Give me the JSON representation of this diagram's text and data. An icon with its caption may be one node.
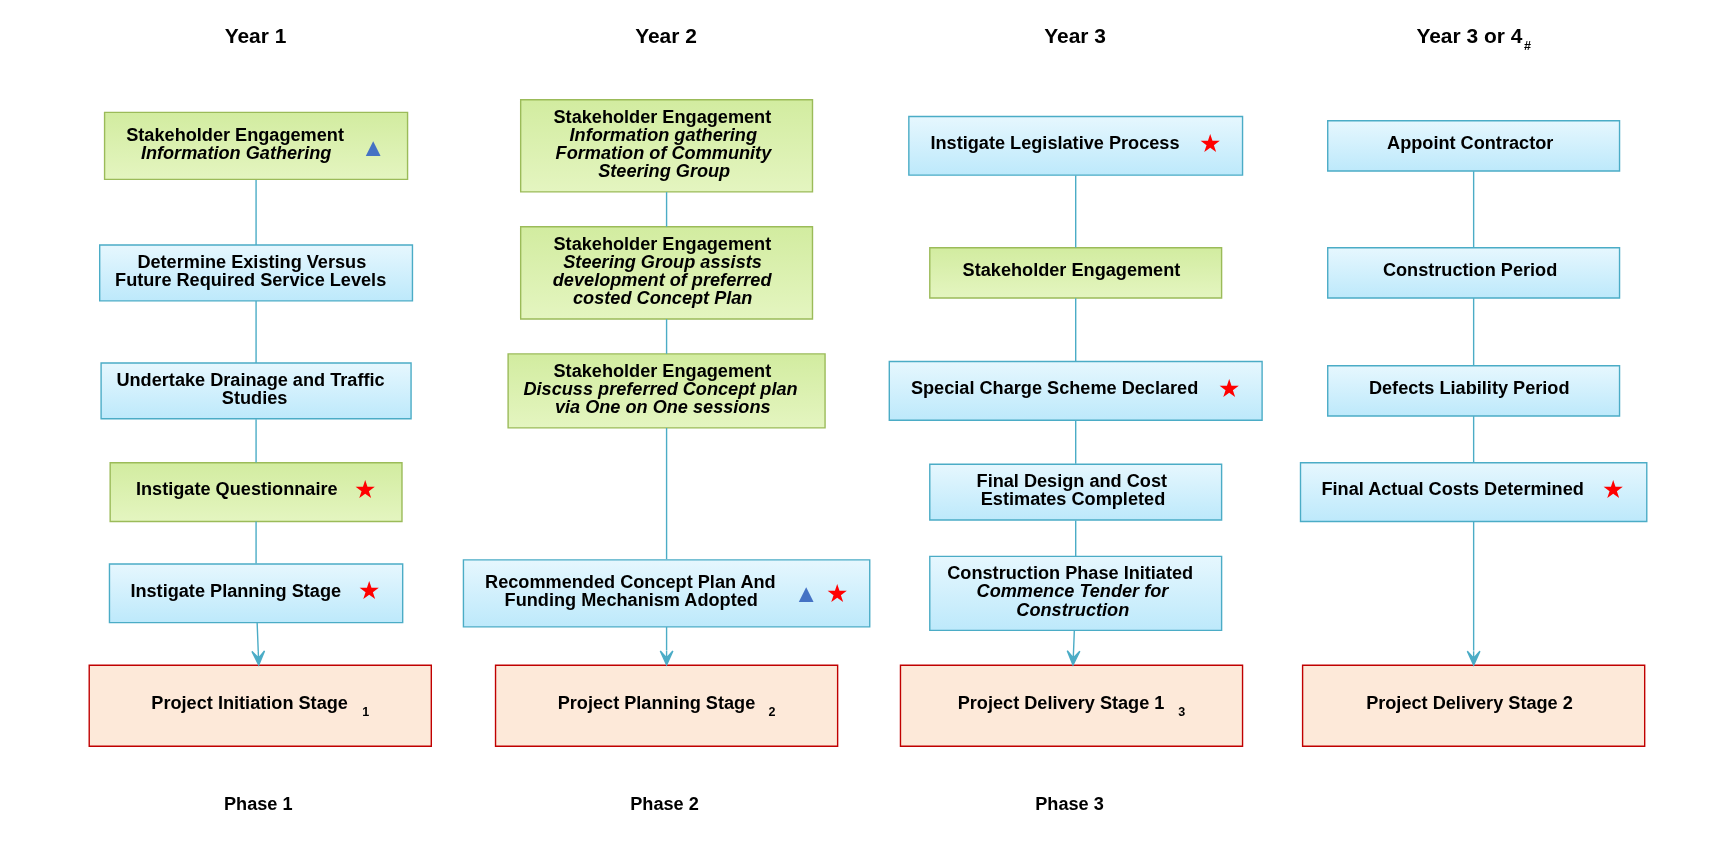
{
  "diagram": {
    "nodes": [
      {
        "text": [
          "Stakeholder Engagement",
          "Information Gathering",
          "▲"
        ]
      },
      {
        "text": [
          "Determine Existing Versus Future Required Service Levels"
        ]
      },
      {
        "text": [
          "Undertake Drainage and Traffic Studies"
        ]
      },
      {
        "text": [
          "Instigate Questionnaire",
          "★"
        ]
      },
      {
        "text": [
          "Instigate Planning Stage",
          "★"
        ]
      },
      {
        "text": [
          "Stakeholder Engagement",
          "Information gathering Formation of Community Steering Group"
        ]
      },
      {
        "text": [
          "Stakeholder Engagement",
          "Steering Group assists development of preferred costed Concept Plan"
        ]
      },
      {
        "text": [
          "Stakeholder Engagement",
          "Discuss preferred Concept plan via One on One sessions"
        ]
      },
      {
        "text": [
          "Recommended Concept Plan And Funding Mechanism Adopted",
          "▲",
          "★"
        ]
      },
      {
        "text": [
          "Instigate Legislative Process",
          "★"
        ]
      },
      {
        "text": [
          "Stakeholder Engagement"
        ]
      },
      {
        "text": [
          "Special Charge Scheme Declared",
          "★"
        ]
      },
      {
        "text": [
          "Final Design and Cost Estimates Completed"
        ]
      },
      {
        "text": [
          "Construction Phase Initiated",
          "Commence Tender for Construction"
        ]
      },
      {
        "text": [
          "Appoint Contractor"
        ]
      },
      {
        "text": [
          "Construction Period"
        ]
      },
      {
        "text": [
          "Defects Liability Period"
        ]
      },
      {
        "text": [
          "Final Actual Costs Determined",
          "★"
        ]
      },
      {
        "text": [
          "Project Initiation Stage $_{1}$"
        ]
      },
      {
        "text": [
          "Project Planning Stage $_{2}$"
        ]
      },
      {
        "text": [
          "Project Delivery Stage 1 $_{3}$"
        ]
      },
      {
        "text": [
          "Project Delivery Stage 2"
        ]
      }
    ],
    "edges": [
      {
        "from": 0,
        "to": 1,
        "arrow": "none"
      },
      {
        "from": 1,
        "to": 2,
        "arrow": "none"
      },
      {
        "from": 2,
        "to": 3,
        "arrow": "none"
      },
      {
        "from": 3,
        "to": 4,
        "arrow": "none"
      },
      {
        "from": 4,
        "to": 18,
        "arrow": "to"
      },
      {
        "from": 5,
        "to": 6,
        "arrow": "none"
      },
      {
        "from": 6,
        "to": 7,
        "arrow": "none"
      },
      {
        "from": 7,
        "to": 8,
        "arrow": "none"
      },
      {
        "from": 8,
        "to": 19,
        "arrow": "to"
      },
      {
        "from": 9,
        "to": 10,
        "arrow": "none"
      },
      {
        "from": 10,
        "to": 11,
        "arrow": "none"
      },
      {
        "from": 11,
        "to": 12,
        "arrow": "none"
      },
      {
        "from": 12,
        "to": 13,
        "arrow": "none"
      },
      {
        "from": 13,
        "to": 20,
        "arrow": "to"
      },
      {
        "from": 14,
        "to": 15,
        "arrow": "none"
      },
      {
        "from": 15,
        "to": 16,
        "arrow": "none"
      },
      {
        "from": 16,
        "to": 17,
        "arrow": "none"
      },
      {
        "from": 17,
        "to": 21,
        "arrow": "to"
      }
    ],
    "labels": [
      "Year 1",
      "Year 2",
      "Year 3",
      "Year 3 or 4$_{#}$",
      "Phase 1",
      "Phase 2",
      "Phase 3"
    ]
  }
}
